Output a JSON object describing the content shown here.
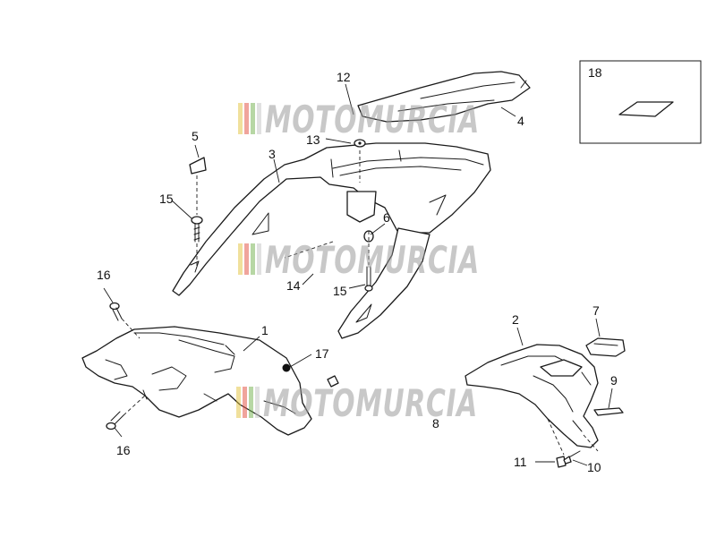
{
  "watermark": {
    "text": "MOTOMURCIA",
    "stripe_colors": [
      "#e2c23a",
      "#e24a3a",
      "#6fb04a",
      "#c4c4c4"
    ]
  },
  "callouts": {
    "c1": "1",
    "c2": "2",
    "c3": "3",
    "c4": "4",
    "c5": "5",
    "c6": "6",
    "c7": "7",
    "c8": "8",
    "c9": "9",
    "c10": "10",
    "c11": "11",
    "c12": "12",
    "c13": "13",
    "c14": "14",
    "c15a": "15",
    "c15b": "15",
    "c16a": "16",
    "c16b": "16",
    "c17": "17",
    "c18": "18"
  }
}
